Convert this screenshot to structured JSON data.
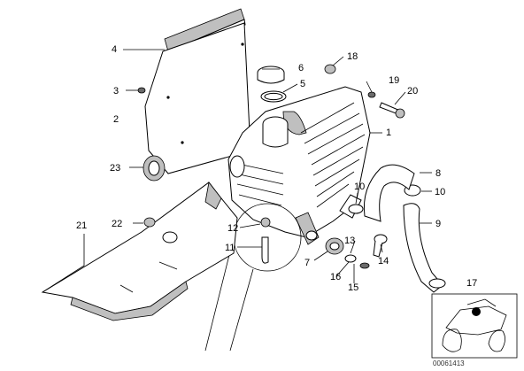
{
  "labels": {
    "l1": "1",
    "l2": "2",
    "l3": "3",
    "l4": "4",
    "l5": "5",
    "l6": "6",
    "l7": "7",
    "l8": "8",
    "l9": "9",
    "l10a": "10",
    "l10b": "10",
    "l11": "11",
    "l12": "12",
    "l13": "13",
    "l14": "14",
    "l15": "15",
    "l16": "16",
    "l17": "17",
    "l18": "18",
    "l19": "19",
    "l20": "20",
    "l21": "21",
    "l22": "22",
    "l23": "23"
  },
  "image_code": "00061413"
}
